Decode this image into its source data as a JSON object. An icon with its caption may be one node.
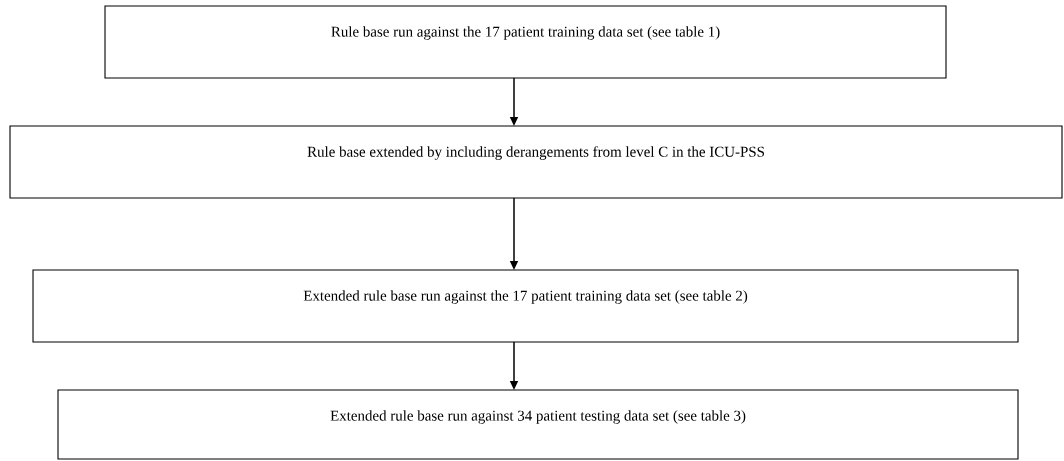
{
  "diagram": {
    "nodes": [
      {
        "text": [
          "Rule base run against the 17 patient training data set (see table 1)"
        ]
      },
      {
        "text": [
          "Rule base extended by including derangements from level C in the ICU-PSS"
        ]
      },
      {
        "text": [
          "Extended rule base run against the 17 patient training data set (see table 2)"
        ]
      },
      {
        "text": [
          "Extended rule base run against 34 patient testing data set (see table 3)"
        ]
      }
    ],
    "edges": [
      {
        "from": 0,
        "to": 1,
        "arrow": "to"
      },
      {
        "from": 1,
        "to": 2,
        "arrow": "to"
      },
      {
        "from": 2,
        "to": 3,
        "arrow": "to"
      }
    ]
  }
}
